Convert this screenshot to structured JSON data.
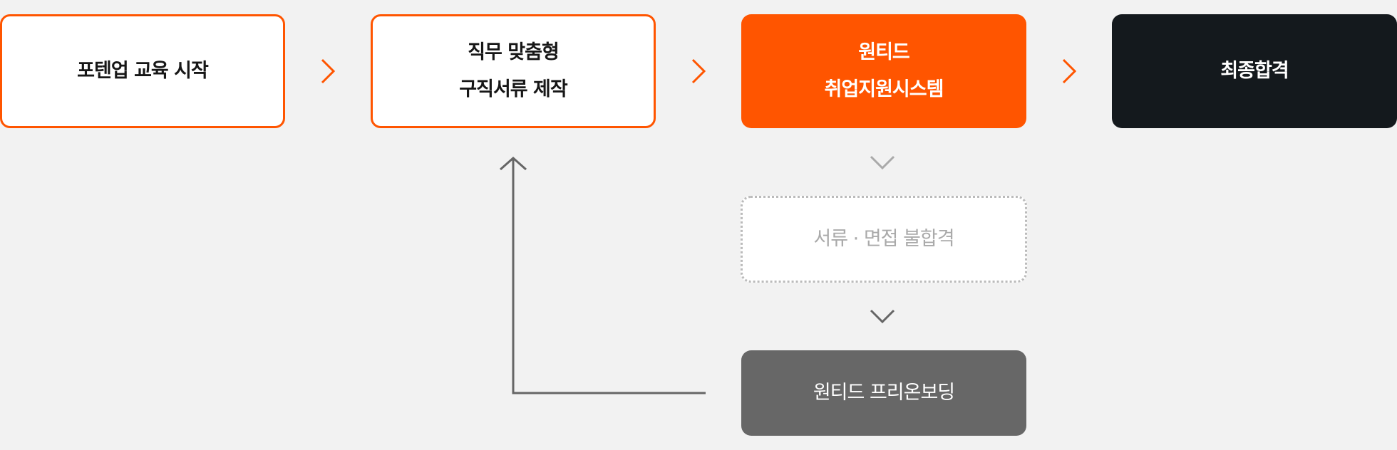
{
  "steps": [
    {
      "lines": [
        "포텐업 교육 시작"
      ]
    },
    {
      "lines": [
        "직무 맞춤형",
        "구직서류 제작"
      ]
    },
    {
      "lines": [
        "원티드",
        "취업지원시스템"
      ]
    },
    {
      "lines": [
        "최종합격"
      ]
    }
  ],
  "fail_step": "서류 · 면접 불합격",
  "retry_step": "원티드 프리온보딩",
  "colors": {
    "accent": "#ff5500",
    "dark": "#14191d",
    "gray": "#676767"
  }
}
